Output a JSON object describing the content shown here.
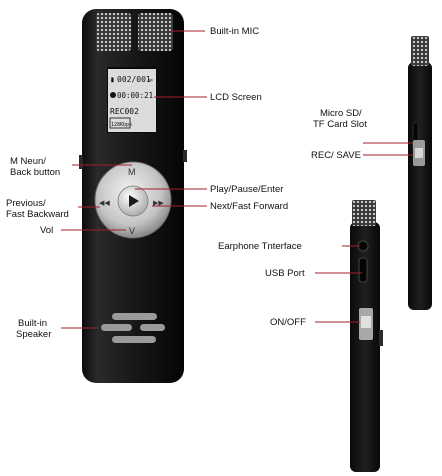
{
  "labels": {
    "builtin_mic": "Built-in MIC",
    "lcd_screen": "LCD Screen",
    "m_menu": "M Neun/",
    "back_button": "Back button",
    "play_pause": "Play/Pause/Enter",
    "previous": "Previous/",
    "fast_backward": "Fast Backward",
    "next_forward": "Next/Fast Forward",
    "vol": "Vol",
    "builtin_speaker_1": "Built-in",
    "builtin_speaker_2": "Speaker",
    "microsd_1": "Micro SD/",
    "microsd_2": "TF Card Slot",
    "rec_save": "REC/ SAVE",
    "earphone": "Earphone Tnterface",
    "usb_port": "USB Port",
    "on_off": "ON/OFF"
  },
  "lcd": {
    "line1": "002/001",
    "line2": "00:00:21",
    "line3": "REC002",
    "badge": "128Kbps"
  },
  "keys": {
    "menu": "M",
    "vol": "V",
    "prev": "◀◀",
    "next": "▶▶"
  },
  "colors": {
    "leader_line": "#a0202a",
    "device_body": "#141414",
    "screen_bg": "#dcdcdc",
    "dial": "#c8c8c8"
  }
}
